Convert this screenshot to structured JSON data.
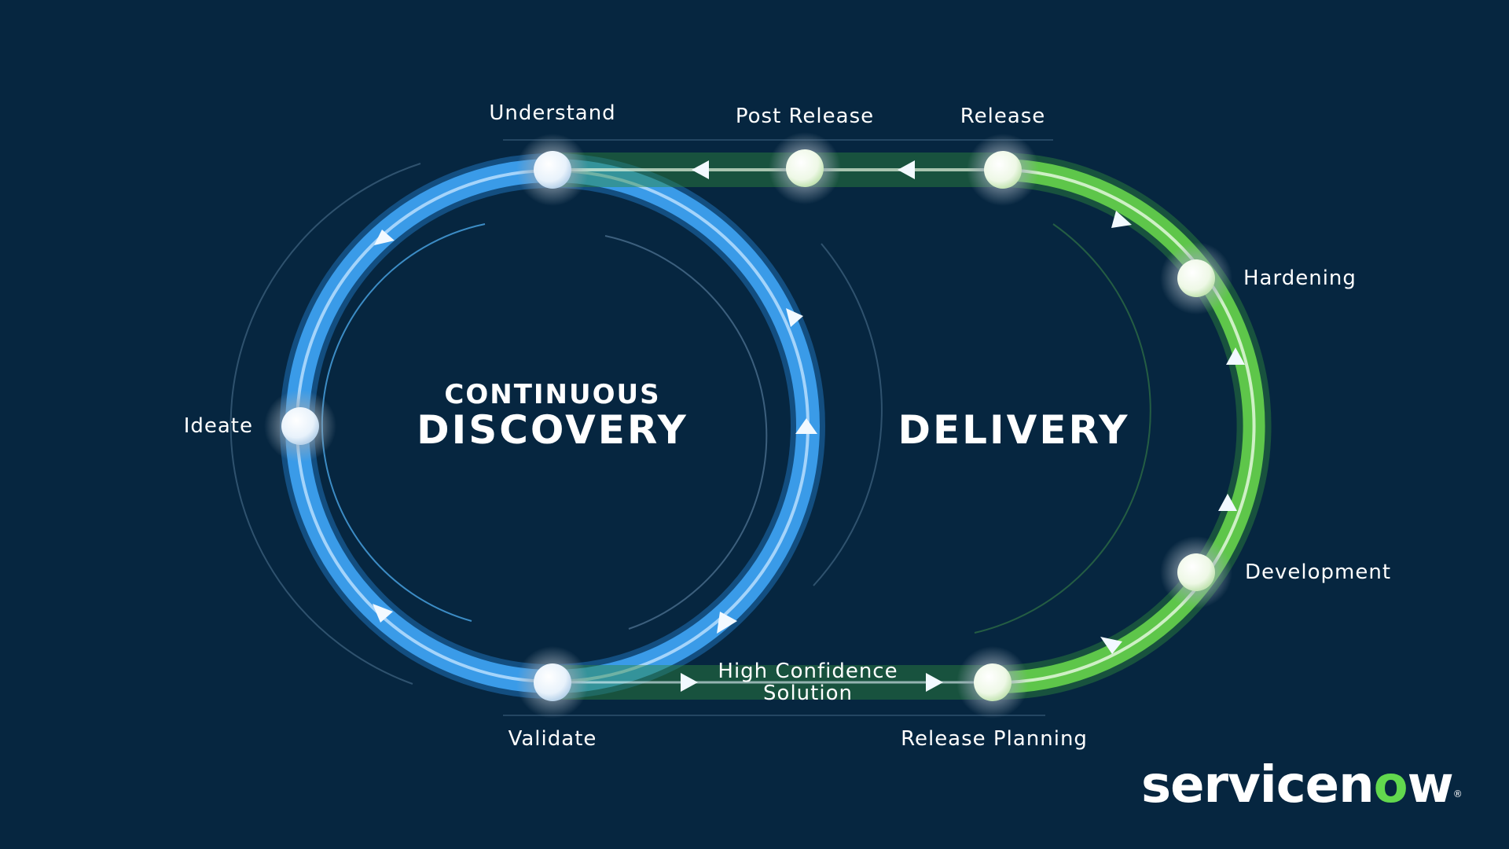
{
  "diagram": {
    "discovery_title_small": "CONTINUOUS",
    "discovery_title_big": "DISCOVERY",
    "delivery_title": "DELIVERY",
    "nodes": {
      "understand": "Understand",
      "post_release": "Post Release",
      "release": "Release",
      "hardening": "Hardening",
      "ideate": "Ideate",
      "development": "Development",
      "validate": "Validate",
      "high_confidence_line1": "High Confidence",
      "high_confidence_line2": "Solution",
      "release_planning": "Release Planning"
    },
    "colors": {
      "background": "#062640",
      "discovery_loop": "#3a9be8",
      "delivery_loop": "#5ec64a"
    }
  },
  "logo": {
    "text_before": "servicen",
    "text_mark": "o",
    "text_after": "w",
    "registered": "®"
  }
}
